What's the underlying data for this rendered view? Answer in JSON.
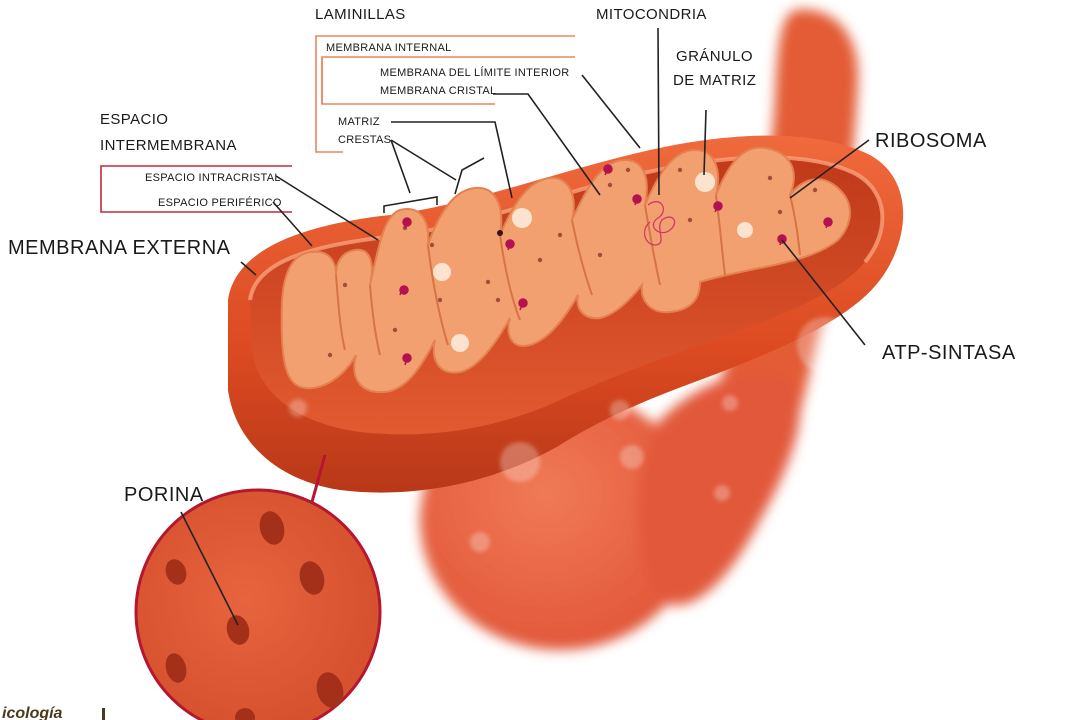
{
  "labels": {
    "laminillas": "LAMINILLAS",
    "membrana_internal": "MEMBRANA INTERNAL",
    "membrana_limite_interior": "MEMBRANA DEL LÍMITE INTERIOR",
    "membrana_cristal": "MEMBRANA CRISTAL",
    "matriz": "MATRIZ",
    "crestas": "CRESTAS",
    "mitocondria": "MITOCONDRIA",
    "granulo_line1": "GRÁNULO",
    "granulo_line2": "DE MATRIZ",
    "ribosoma": "RIBOSOMA",
    "espacio_line1": "ESPACIO",
    "espacio_line2": "INTERMEMBRANA",
    "espacio_intracristal": "ESPACIO INTRACRISTAL",
    "espacio_periferico": "ESPACIO PERIFÉRICO",
    "membrana_externa": "MEMBRANA EXTERNA",
    "atp_sintasa": "ATP-SINTASA",
    "porina": "PORINA",
    "logo": "icología"
  },
  "colors": {
    "outer_membrane": "#e0552c",
    "outer_membrane_dark": "#b8361a",
    "cristae": "#f3a070",
    "cristae_edge": "#e38250",
    "atp_synthase": "#b3124f",
    "bracket_orange": "#e8875f",
    "bracket_red": "#c42a3a",
    "porin_circle_edge": "#b5172f"
  }
}
